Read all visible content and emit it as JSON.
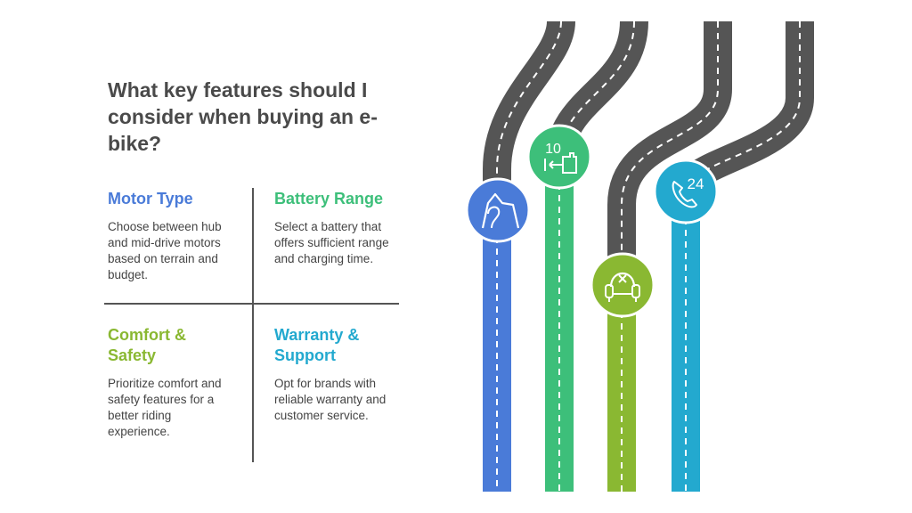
{
  "title": "What key features should I consider when buying an e-bike?",
  "features": [
    {
      "heading": "Motor Type",
      "text": "Choose between hub and mid-drive motors based on terrain and budget.",
      "color": "#4a7bd8",
      "icon": "mountain-road-icon"
    },
    {
      "heading": "Battery Range",
      "text": "Select a battery that offers sufficient range and charging time.",
      "color": "#3dbf7a",
      "icon": "charging-time-icon"
    },
    {
      "heading": "Comfort & Safety",
      "text": "Prioritize comfort and safety features for a better riding experience.",
      "color": "#8ab832",
      "icon": "armchair-icon"
    },
    {
      "heading": "Warranty & Support",
      "text": "Opt for brands with reliable warranty and customer service.",
      "color": "#23a9cf",
      "icon": "phone-24-icon"
    }
  ],
  "icon_labels": {
    "battery": "10",
    "support": "24"
  },
  "colors": {
    "road": "#555555",
    "title": "#4a4a4a",
    "body_text": "#444444"
  }
}
